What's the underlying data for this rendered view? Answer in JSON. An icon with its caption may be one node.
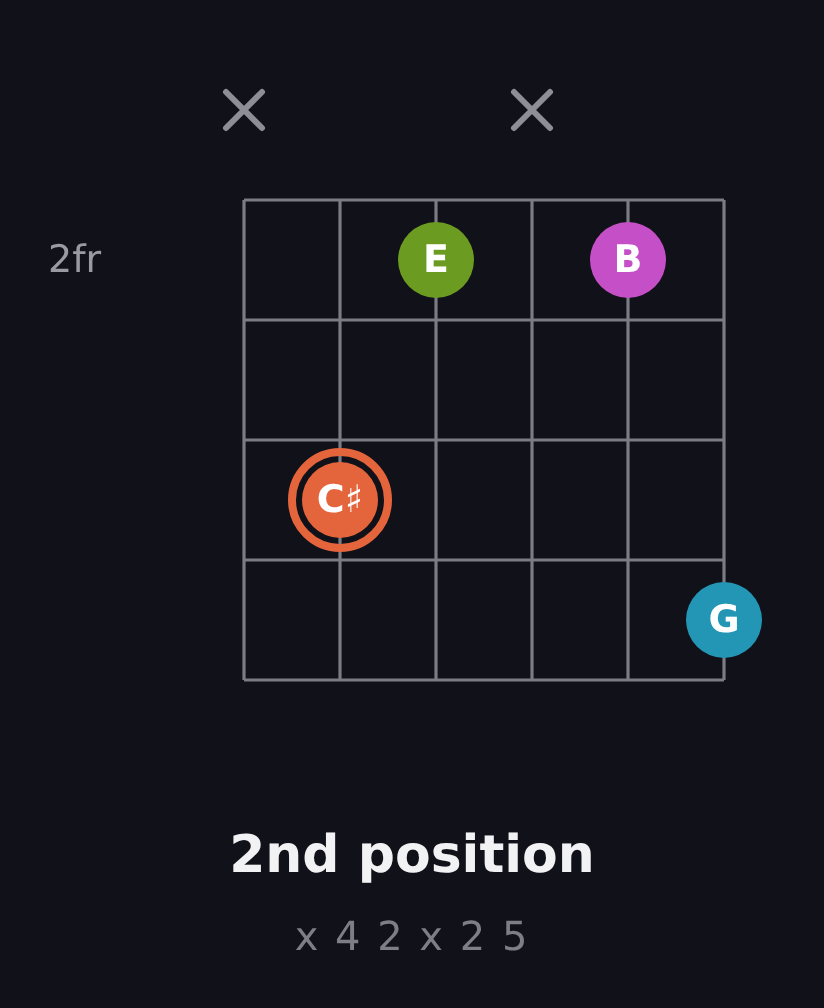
{
  "diagram": {
    "title": "2nd position",
    "caption": "x 4 2 x 2 5",
    "nodes": [
      {
        "text": [
          "E"
        ]
      },
      {
        "text": [
          "B"
        ]
      },
      {
        "text": [
          "C♯"
        ]
      },
      {
        "text": [
          "G"
        ]
      }
    ],
    "labels": [
      "2fr"
    ]
  }
}
